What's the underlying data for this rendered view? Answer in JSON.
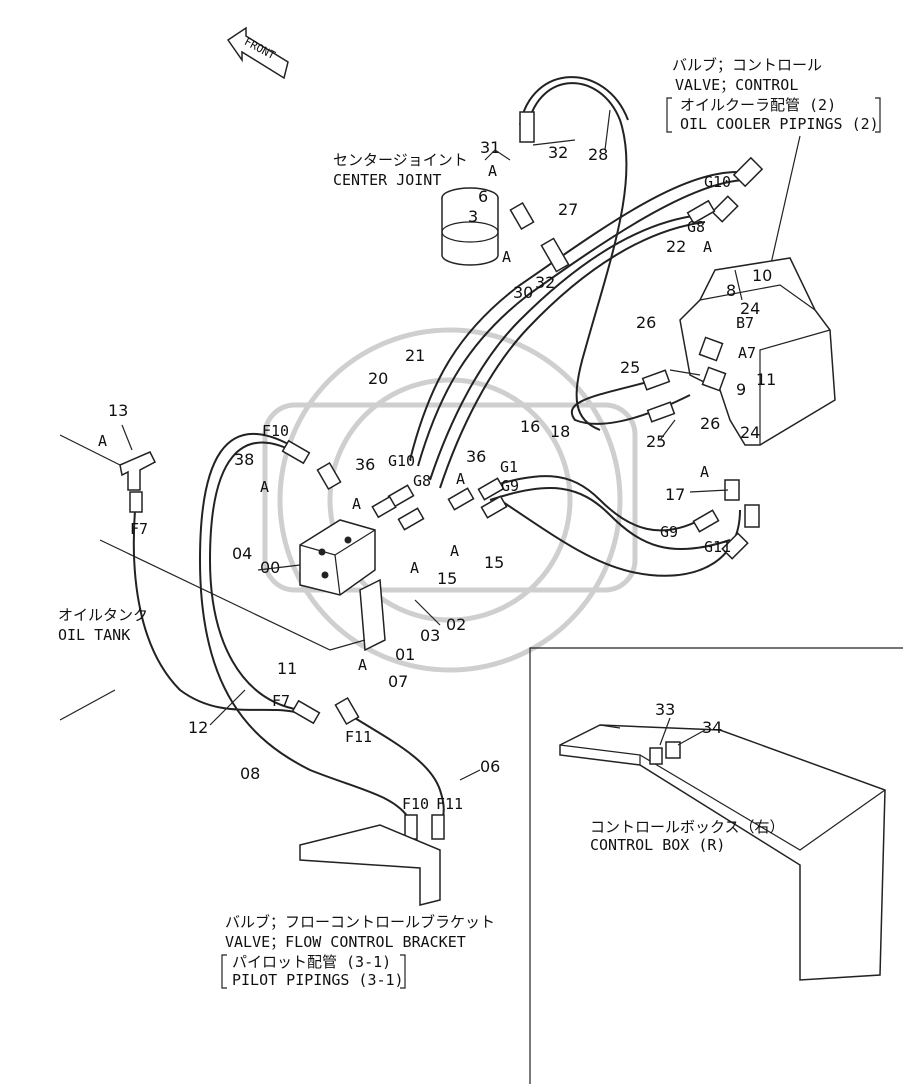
{
  "front_arrow": "FRONT",
  "valve_control": {
    "jp": "バルブ；コントロール",
    "en": "VALVE；CONTROL",
    "sub_jp": "オイルクーラ配管 (2)",
    "sub_en": "OIL COOLER PIPINGS (2)"
  },
  "center_joint": {
    "jp": "センタージョイント",
    "en": "CENTER JOINT"
  },
  "oil_tank": {
    "jp": "オイルタンク",
    "en": "OIL TANK"
  },
  "control_box": {
    "jp": "コントロールボックス（右）",
    "en": "CONTROL BOX (R)"
  },
  "flow_bracket": {
    "jp": "バルブ；フローコントロールブラケット",
    "en": "VALVE；FLOW CONTROL BRACKET",
    "sub_jp": "パイロット配管 (3-1)",
    "sub_en": "PILOT PIPINGS (3-1)"
  },
  "parts": {
    "p31": "31",
    "p32a": "32",
    "p28": "28",
    "p6": "6",
    "p3": "3",
    "p27": "27",
    "p30": "30",
    "p32b": "32",
    "p22": "22",
    "p8": "8",
    "p10": "10",
    "p24a": "24",
    "p26a": "26",
    "p25a": "25",
    "p9": "9",
    "p11a": "11",
    "p24b": "24",
    "p26b": "26",
    "p25b": "25",
    "p17": "17",
    "p13": "13",
    "p21": "21",
    "p20": "20",
    "p16": "16",
    "p18": "18",
    "p36a": "36",
    "p36b": "36",
    "p38": "38",
    "p04": "04",
    "p00": "00",
    "p15a": "15",
    "p15b": "15",
    "p01": "01",
    "p02": "02",
    "p03": "03",
    "p11b": "11",
    "p07": "07",
    "p12": "12",
    "p08": "08",
    "p06": "06",
    "p33": "33",
    "p34": "34"
  },
  "ports": {
    "g10a": "G10",
    "g8a": "G8",
    "b7": "B7",
    "a7": "A7",
    "g9a": "G9",
    "g11a": "G11",
    "f10a": "F10",
    "g10b": "G10",
    "g8b": "G8",
    "g1": "G1",
    "g9b": "G9",
    "f7a": "F7",
    "f7b": "F7",
    "f11a": "F11",
    "f10b": "F10",
    "f11b": "F11"
  },
  "callouts": {
    "a1": "A",
    "a2": "A",
    "a3": "A",
    "a4": "A",
    "a5": "A",
    "a6": "A",
    "a7": "A",
    "a8": "A",
    "a9": "A",
    "a10": "A",
    "a11": "A"
  }
}
